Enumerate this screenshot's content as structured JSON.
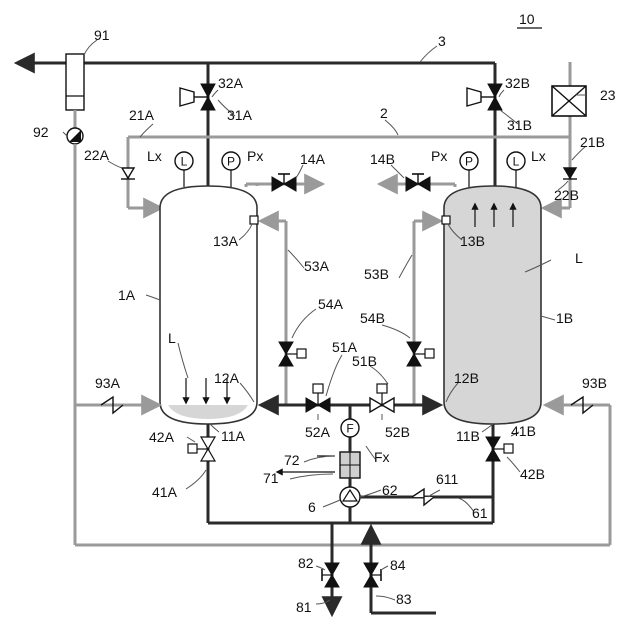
{
  "figure_number": "10",
  "labels": {
    "l91": "91",
    "l3": "3",
    "l92": "92",
    "l2": "2",
    "l21A": "21A",
    "l21B": "21B",
    "l22A": "22A",
    "l22B": "22B",
    "l23": "23",
    "l31A": "31A",
    "l31B": "31B",
    "l32A": "32A",
    "l32B": "32B",
    "lLxA": "Lx",
    "lLxB": "Lx",
    "lPxA": "Px",
    "lPxB": "Px",
    "lGaugeL_A": "L",
    "lGaugeP_A": "P",
    "lGaugeL_B": "L",
    "lGaugeP_B": "P",
    "l14A": "14A",
    "l14B": "14B",
    "l13A": "13A",
    "l13B": "13B",
    "l1A": "1A",
    "l1B": "1B",
    "lLiquidA": "L",
    "lLiquidB": "L",
    "l53A": "53A",
    "l53B": "53B",
    "l54A": "54A",
    "l54B": "54B",
    "l51A": "51A",
    "l51B": "51B",
    "l52A": "52A",
    "l52B": "52B",
    "l12A": "12A",
    "l12B": "12B",
    "l11A": "11A",
    "l11B": "11B",
    "l93A": "93A",
    "l93B": "93B",
    "l41A": "41A",
    "l41B": "41B",
    "l42A": "42A",
    "l42B": "42B",
    "lF": "F",
    "lFx": "Fx",
    "l71": "71",
    "l72": "72",
    "l6": "6",
    "l62": "62",
    "l611": "611",
    "l61": "61",
    "l81": "81",
    "l82": "82",
    "l83": "83",
    "l84": "84"
  },
  "colors": {
    "pipe_dark": "#2a2a2a",
    "pipe_gray": "#9a9a9a",
    "liquid_fill": "#d6d6d6",
    "tank_outline": "#333333"
  }
}
